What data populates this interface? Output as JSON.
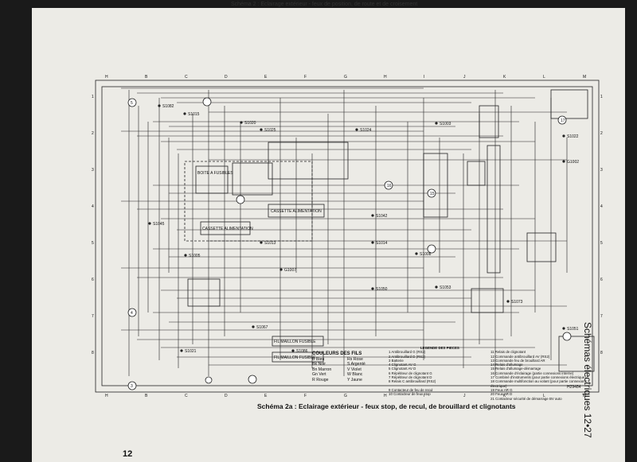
{
  "page_header": "Schéma 2 : Eclairage extérieur - feux de position, de route et de croisement",
  "caption": "Schéma 2a : Eclairage extérieur - feux stop, de recul, de brouillard et clignotants",
  "side_heading": "Schémas électriques 12•27",
  "page_number": "12",
  "grid_letters": [
    "H",
    "B",
    "C",
    "D",
    "E",
    "F",
    "G",
    "H",
    "I",
    "J",
    "K",
    "L",
    "M"
  ],
  "grid_numbers": [
    "1",
    "2",
    "3",
    "4",
    "5",
    "6",
    "7",
    "8"
  ],
  "boxes": {
    "fuses": "BOITE A FUSIBLES",
    "feed1": "CASSETTE ALIMENTATION",
    "feed2": "CASSETTE ALIMENTATION"
  },
  "connectors": {
    "c1": "FIL MAILLON FUSIBLE",
    "c2": "FIL MAILLON FUSIBLE"
  },
  "splices": [
    "S1082",
    "S1015",
    "S1020",
    "S1025",
    "S1024",
    "S1003",
    "S1022",
    "G1002",
    "S1045",
    "S1042",
    "S1014",
    "S1013",
    "G1007",
    "S1005",
    "S1008",
    "S1050",
    "S1053",
    "S1073",
    "S1067",
    "S1021",
    "S1086",
    "S1051"
  ],
  "wire_colors": {
    "title": "COULEURS DES FILS",
    "items": [
      "B Bleu",
      "Rs Rose",
      "Bk Noir",
      "S Argenté",
      "Bn Marron",
      "V Violet",
      "Gn Vert",
      "W Blanc",
      "R Rouge",
      "Y Jaune"
    ]
  },
  "legend": {
    "title": "LEGENDE DES PIECES",
    "items": [
      "1 Antibrouillard G (RS2)",
      "11 Relais de clignotant",
      "2 Antibrouillard D (RS2)",
      "12 Commande antibrouillard AV (RS2)",
      "3 Batterie",
      "13 Commande feu de brouillard AR",
      "4 Clignotant AV G",
      "14 Relais d'allumage",
      "5 Clignotant AV D",
      "15 Relais d'allumage-démarrage",
      "6 Répétiteur de clignotant G",
      "16 Commande d'éclairage (partie connexions interne)",
      "7 Répétiteur de clignotant D",
      "17 Combiné d'instruments (pour partie connexions électrique)",
      "8 Relais C antibrouillard (RS2)",
      "18 Commande multifonction au volant (pour partie connexions électrique)",
      "9 Contacteur de feu de recul",
      "19 Feux AR G",
      "10 Contacteur de feux stop",
      "20 Feux AR D",
      "",
      "21 Contacteur sécurité de démarrage BV auto"
    ]
  },
  "ref": "H29484"
}
